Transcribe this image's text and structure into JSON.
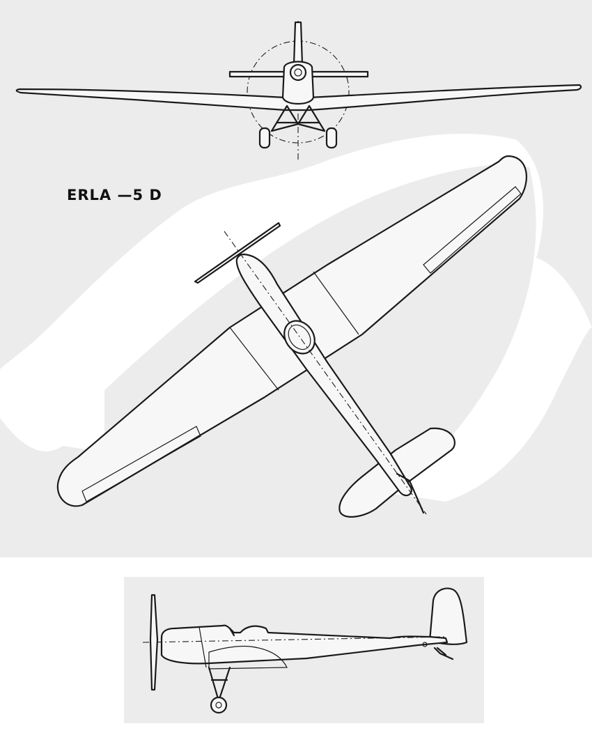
{
  "title": "ERLA —5 D",
  "colors": {
    "paper": "#ececec",
    "background": "#ffffff",
    "ink": "#1a1a1a"
  },
  "views": [
    "front-view",
    "top-view",
    "side-view"
  ]
}
